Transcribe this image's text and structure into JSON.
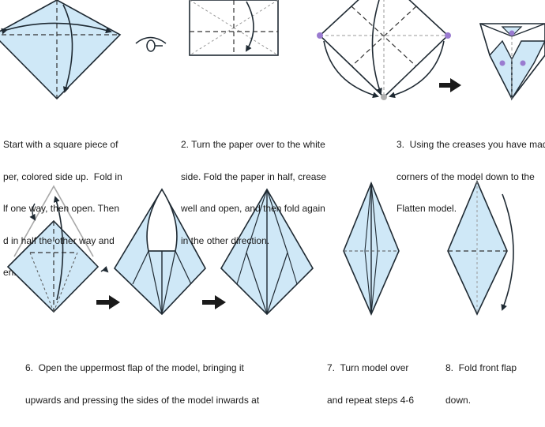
{
  "colors": {
    "paper_blue": "#cfe8f7",
    "paper_white": "#ffffff",
    "line": "#1f2a33",
    "crease": "#555555",
    "hint_gray": "#a8a8a8",
    "dot_purple": "#9a7bd0",
    "dot_gray": "#b0b0b0"
  },
  "icons": {
    "turn_over": "eye-turn-over-icon",
    "next_step": "arrow-right-icon"
  },
  "steps": [
    {
      "id": "step1",
      "lines": [
        "Start with a square piece of",
        "per, colored side up.  Fold in",
        "lf one way, then open. Then",
        "d in half the other way and",
        "en."
      ]
    },
    {
      "id": "step2",
      "lines": [
        "2. Turn the paper over to the white",
        "side. Fold the paper in half, crease",
        "well and open, and then fold again",
        "in the other direction."
      ]
    },
    {
      "id": "step3",
      "lines": [
        "3.  Using the creases you have mad",
        "corners of the model down to the",
        "Flatten model."
      ]
    },
    {
      "id": "step6",
      "lines": [
        "6.  Open the uppermost flap of the model, bringing it",
        "upwards and pressing the sides of the model inwards at"
      ]
    },
    {
      "id": "step7",
      "lines": [
        "7.  Turn model over",
        "and repeat steps 4-6"
      ]
    },
    {
      "id": "step8",
      "lines": [
        "8.  Fold front flap",
        "down."
      ]
    }
  ]
}
